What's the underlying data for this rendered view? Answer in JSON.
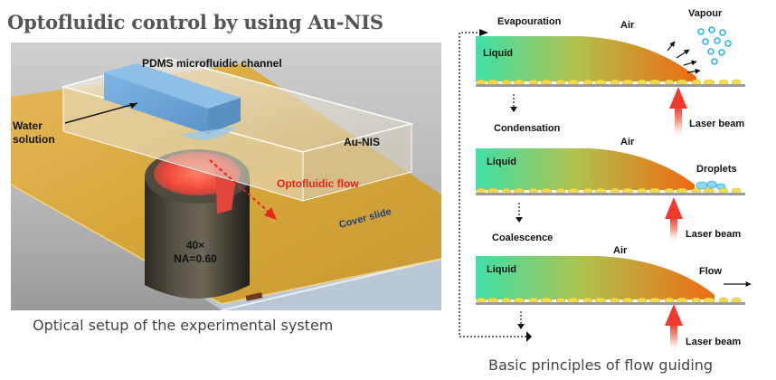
{
  "title": "Optofluidic control by using Au-NIS",
  "setup_illustration": {
    "channel_label": "PDMS microfluidic channel",
    "water_label": [
      "Water",
      "solution"
    ],
    "substrate_label": "Au-NIS",
    "flow_label": "Optofluidic flow",
    "slide_label": "Cover slide",
    "objective_label": [
      "40×",
      "NA=0.60"
    ],
    "caption": "Optical setup of the experimental system",
    "colors": {
      "gold": "#d6a63a",
      "channel_blue": "#6aa4d6",
      "laser_red": "#f04a3a",
      "flow_red": "#e8231c"
    }
  },
  "flow_principles": {
    "caption": "Basic principles of flow guiding",
    "liquid_label": "Liquid",
    "air_label": "Air",
    "laser_label": "Laser beam",
    "steps": [
      {
        "name": "Evapouration",
        "outcome": "Vapour"
      },
      {
        "name": "Condensation",
        "outcome": "Droplets"
      },
      {
        "name": "Coalescence",
        "outcome": "Flow"
      }
    ],
    "colors": {
      "liquid_start": "#3ee0a8",
      "liquid_end": "#ee6a10",
      "nanoparticle": "#f2dc4a",
      "vapour": "#2ab4e8",
      "laser": "#f03a2e"
    }
  }
}
